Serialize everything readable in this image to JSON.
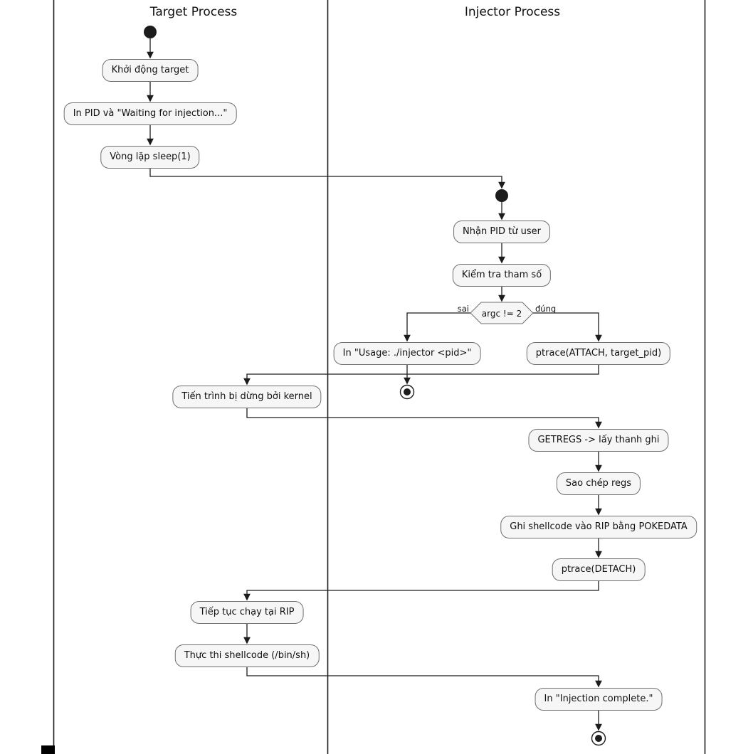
{
  "diagram": {
    "type": "activity-swimlane",
    "lane_titles": [
      "Target Process",
      "Injector Process"
    ],
    "nodes": {
      "khoi_dong": "Khởi động target",
      "in_pid": "In PID và \"Waiting for injection...\"",
      "vong_lap": "Vòng lặp sleep(1)",
      "nhan_pid": "Nhận PID từ user",
      "kiem_tra": "Kiểm tra tham số",
      "usage": "In \"Usage: ./injector <pid>\"",
      "ptrace_attach": "ptrace(ATTACH, target_pid)",
      "tien_trinh": "Tiến trình bị dừng bởi kernel",
      "getregs": "GETREGS -> lấy thanh ghi",
      "sao_chep": "Sao chép regs",
      "ghi_shellcode": "Ghi shellcode vào RIP bằng POKEDATA",
      "ptrace_detach": "ptrace(DETACH)",
      "tiep_tuc": "Tiếp tục chạy tại RIP",
      "thuc_thi": "Thực thi shellcode (/bin/sh)",
      "injection_complete": "In \"Injection complete.\""
    },
    "decision": {
      "condition": "argc != 2",
      "no_label": "sai",
      "yes_label": "đúng"
    },
    "colors": {
      "node_fill": "#f6f6f6",
      "node_border": "#707070",
      "line": "#1c1c1c",
      "background": "#ffffff"
    }
  }
}
